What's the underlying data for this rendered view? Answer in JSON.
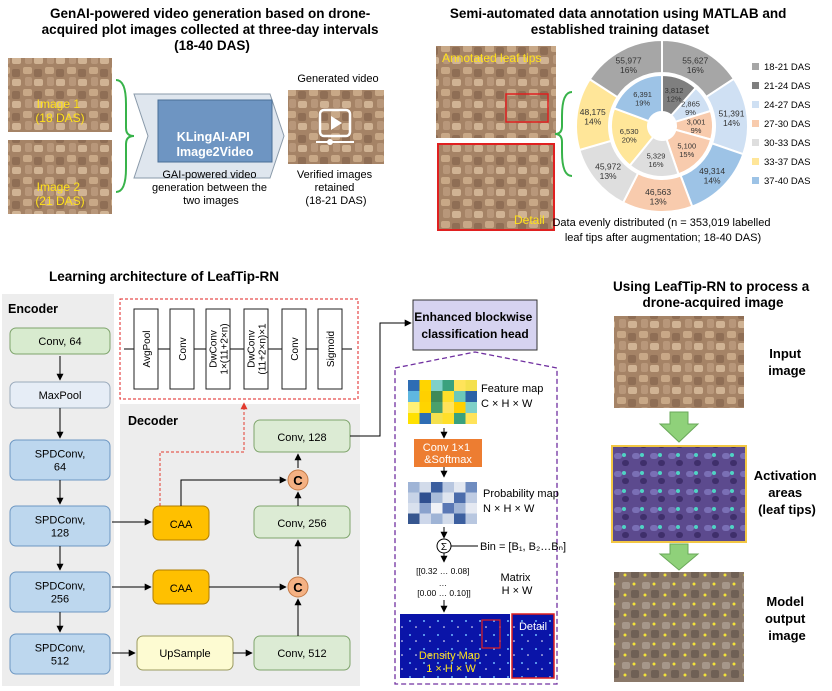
{
  "top_left": {
    "title": [
      "GenAI-powered video generation based on drone-",
      "acquired plot images collected at three-day intervals",
      "(18-40 DAS)"
    ],
    "image1": [
      "Image 1",
      "(18 DAS)"
    ],
    "image2": [
      "Image 2",
      "(21 DAS)"
    ],
    "api_label": [
      "KLingAI-API",
      "Image2Video"
    ],
    "api_caption": [
      "GAI-powered video",
      "generation between the",
      "two images"
    ],
    "generated_label": "Generated video",
    "verified_caption": [
      "Verified images",
      "retained",
      "(18-21 DAS)"
    ]
  },
  "top_right": {
    "title": [
      "Semi-automated data annotation using MATLAB and",
      "established training dataset"
    ],
    "annotated_label": "Annotated leaf tips",
    "detail_label": "Detail",
    "caption": [
      "Data evenly distributed (n = 353,019 labelled",
      "leaf tips after augmentation; 18-40 DAS)"
    ]
  },
  "chart_data": {
    "type": "pie",
    "subtype": "nested-donut",
    "legend_position": "right",
    "legend": [
      {
        "label": "18-21 DAS",
        "color": "#a6a6a6"
      },
      {
        "label": "21-24 DAS",
        "color": "#7f7f7f"
      },
      {
        "label": "24-27 DAS",
        "color": "#cfe0f3"
      },
      {
        "label": "27-30 DAS",
        "color": "#f8cbad"
      },
      {
        "label": "30-33 DAS",
        "color": "#dedede"
      },
      {
        "label": "33-37 DAS",
        "color": "#ffe699"
      },
      {
        "label": "37-40 DAS",
        "color": "#9dc3e6"
      }
    ],
    "outer_ring": [
      {
        "value": 55627,
        "label": "55,627",
        "percent": "16%",
        "color": "#a6a6a6"
      },
      {
        "value": 51391,
        "label": "51,391",
        "percent": "14%",
        "color": "#cfe0f3"
      },
      {
        "value": 49314,
        "label": "49,314",
        "percent": "14%",
        "color": "#9dc3e6"
      },
      {
        "value": 46563,
        "label": "46,563",
        "percent": "13%",
        "color": "#f8cbad"
      },
      {
        "value": 45972,
        "label": "45,972",
        "percent": "13%",
        "color": "#dedede"
      },
      {
        "value": 48175,
        "label": "48,175",
        "percent": "14%",
        "color": "#ffe699"
      },
      {
        "value": 55977,
        "label": "55,977",
        "percent": "16%",
        "color": "#a6a6a6"
      }
    ],
    "inner_ring": [
      {
        "value": 3812,
        "label": "3,812",
        "percent": "12%",
        "color": "#7f7f7f"
      },
      {
        "value": 2865,
        "label": "2,865",
        "percent": "9%",
        "color": "#cfe0f3"
      },
      {
        "value": 3001,
        "label": "3,001",
        "percent": "9%",
        "color": "#f8cbad"
      },
      {
        "value": 5100,
        "label": "5,100",
        "percent": "15%",
        "color": "#f8cbad"
      },
      {
        "value": 5329,
        "label": "5,329",
        "percent": "16%",
        "color": "#dedede"
      },
      {
        "value": 6530,
        "label": "6,530",
        "percent": "20%",
        "color": "#ffe699"
      },
      {
        "value": 6391,
        "label": "6,391",
        "percent": "19%",
        "color": "#9dc3e6"
      }
    ]
  },
  "architecture": {
    "title": "Learning architecture of LeafTip-RN",
    "encoder_label": "Encoder",
    "decoder_label": "Decoder",
    "encoder_blocks": [
      [
        "Conv, 64"
      ],
      [
        "MaxPool"
      ],
      [
        "SPDConv,",
        "64"
      ],
      [
        "SPDConv,",
        "128"
      ],
      [
        "SPDConv,",
        "256"
      ],
      [
        "SPDConv,",
        "512"
      ]
    ],
    "caa_label": "CAA",
    "upsample_label": "UpSample",
    "decoder_convs": [
      "Conv, 128",
      "Conv, 256",
      "Conv, 512"
    ],
    "concat_symbol": "C",
    "caa_modules": [
      [
        "AvgPool"
      ],
      [
        "Conv"
      ],
      [
        "DwConv",
        "1×(11+2×n)"
      ],
      [
        "DwConv",
        "(11+2×n)×1"
      ],
      [
        "Conv"
      ],
      [
        "Sigmoid"
      ]
    ]
  },
  "head": {
    "title": [
      "Enhanced blockwise",
      "classification head"
    ],
    "feature_map": [
      "Feature map",
      "C × H × W"
    ],
    "softmax_label": [
      "Conv 1×1",
      "&Softmax"
    ],
    "probability_map": [
      "Probability map",
      "N × H × W"
    ],
    "sum_symbol": "Σ",
    "bin_label": "Bin = [B₁, B₂…Bₙ]",
    "matrix_rows": [
      "[[0.32 … 0.08]",
      "…",
      "[0.00 … 0.10]]"
    ],
    "matrix_label": [
      "Matrix",
      "H × W"
    ],
    "density_label": [
      "Density Map",
      "1 × H × W"
    ],
    "detail_label": "Detail"
  },
  "right_panel": {
    "title": [
      "Using LeafTip-RN to process a",
      "drone-acquired image"
    ],
    "input_label": [
      "Input",
      "image"
    ],
    "activation_label": [
      "Activation",
      "areas",
      "(leaf tips)"
    ],
    "output_label": [
      "Model",
      "output",
      "image"
    ]
  }
}
